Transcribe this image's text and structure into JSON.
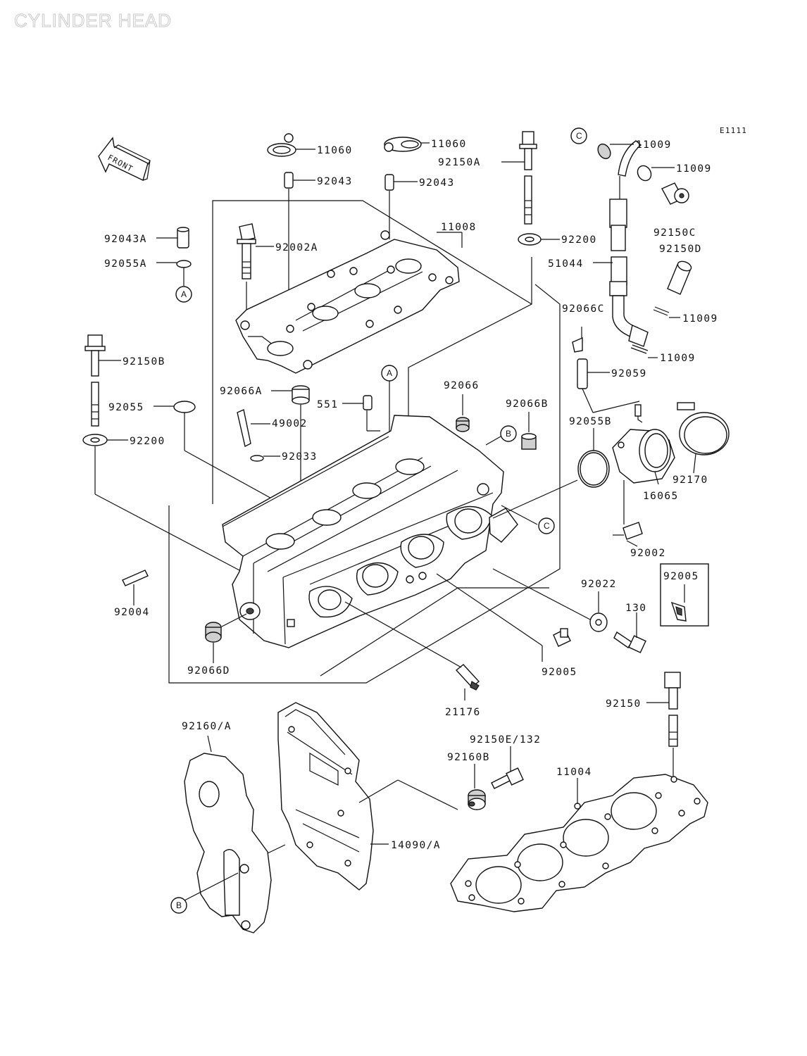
{
  "title": "CYLINDER HEAD",
  "ref_code": "E1111",
  "front_label": "FRONT",
  "callouts": {
    "a": "A",
    "b": "B",
    "c": "C"
  },
  "parts": {
    "p11060_left": "11060",
    "p11060_right": "11060",
    "p92043_left": "92043",
    "p92043_right": "92043",
    "p92150A": "92150A",
    "p11009_c": "11009",
    "p11009_b": "11009",
    "p92043A": "92043A",
    "p92055A": "92055A",
    "p92002A": "92002A",
    "p11008": "11008",
    "p92200_top": "92200",
    "p92150C": "92150C",
    "p92150D": "92150D",
    "p51044": "51044",
    "p11009_mid": "11009",
    "p11009_low": "11009",
    "p92066C": "92066C",
    "p92059": "92059",
    "p92150B": "92150B",
    "p92066A": "92066A",
    "p551": "551",
    "p92066": "92066",
    "p92066B": "92066B",
    "p92055": "92055",
    "p49002": "49002",
    "p92055B": "92055B",
    "p92200_left": "92200",
    "p92033": "92033",
    "p92170": "92170",
    "p16065": "16065",
    "p92002": "92002",
    "p92005_box": "92005",
    "p92022": "92022",
    "p130": "130",
    "p92004": "92004",
    "p92005": "92005",
    "p92066D": "92066D",
    "p21176": "21176",
    "p92150": "92150",
    "p92160A": "92160/A",
    "p92150E": "92150E/132",
    "p92160B": "92160B",
    "p11004": "11004",
    "p14090A": "14090/A"
  }
}
